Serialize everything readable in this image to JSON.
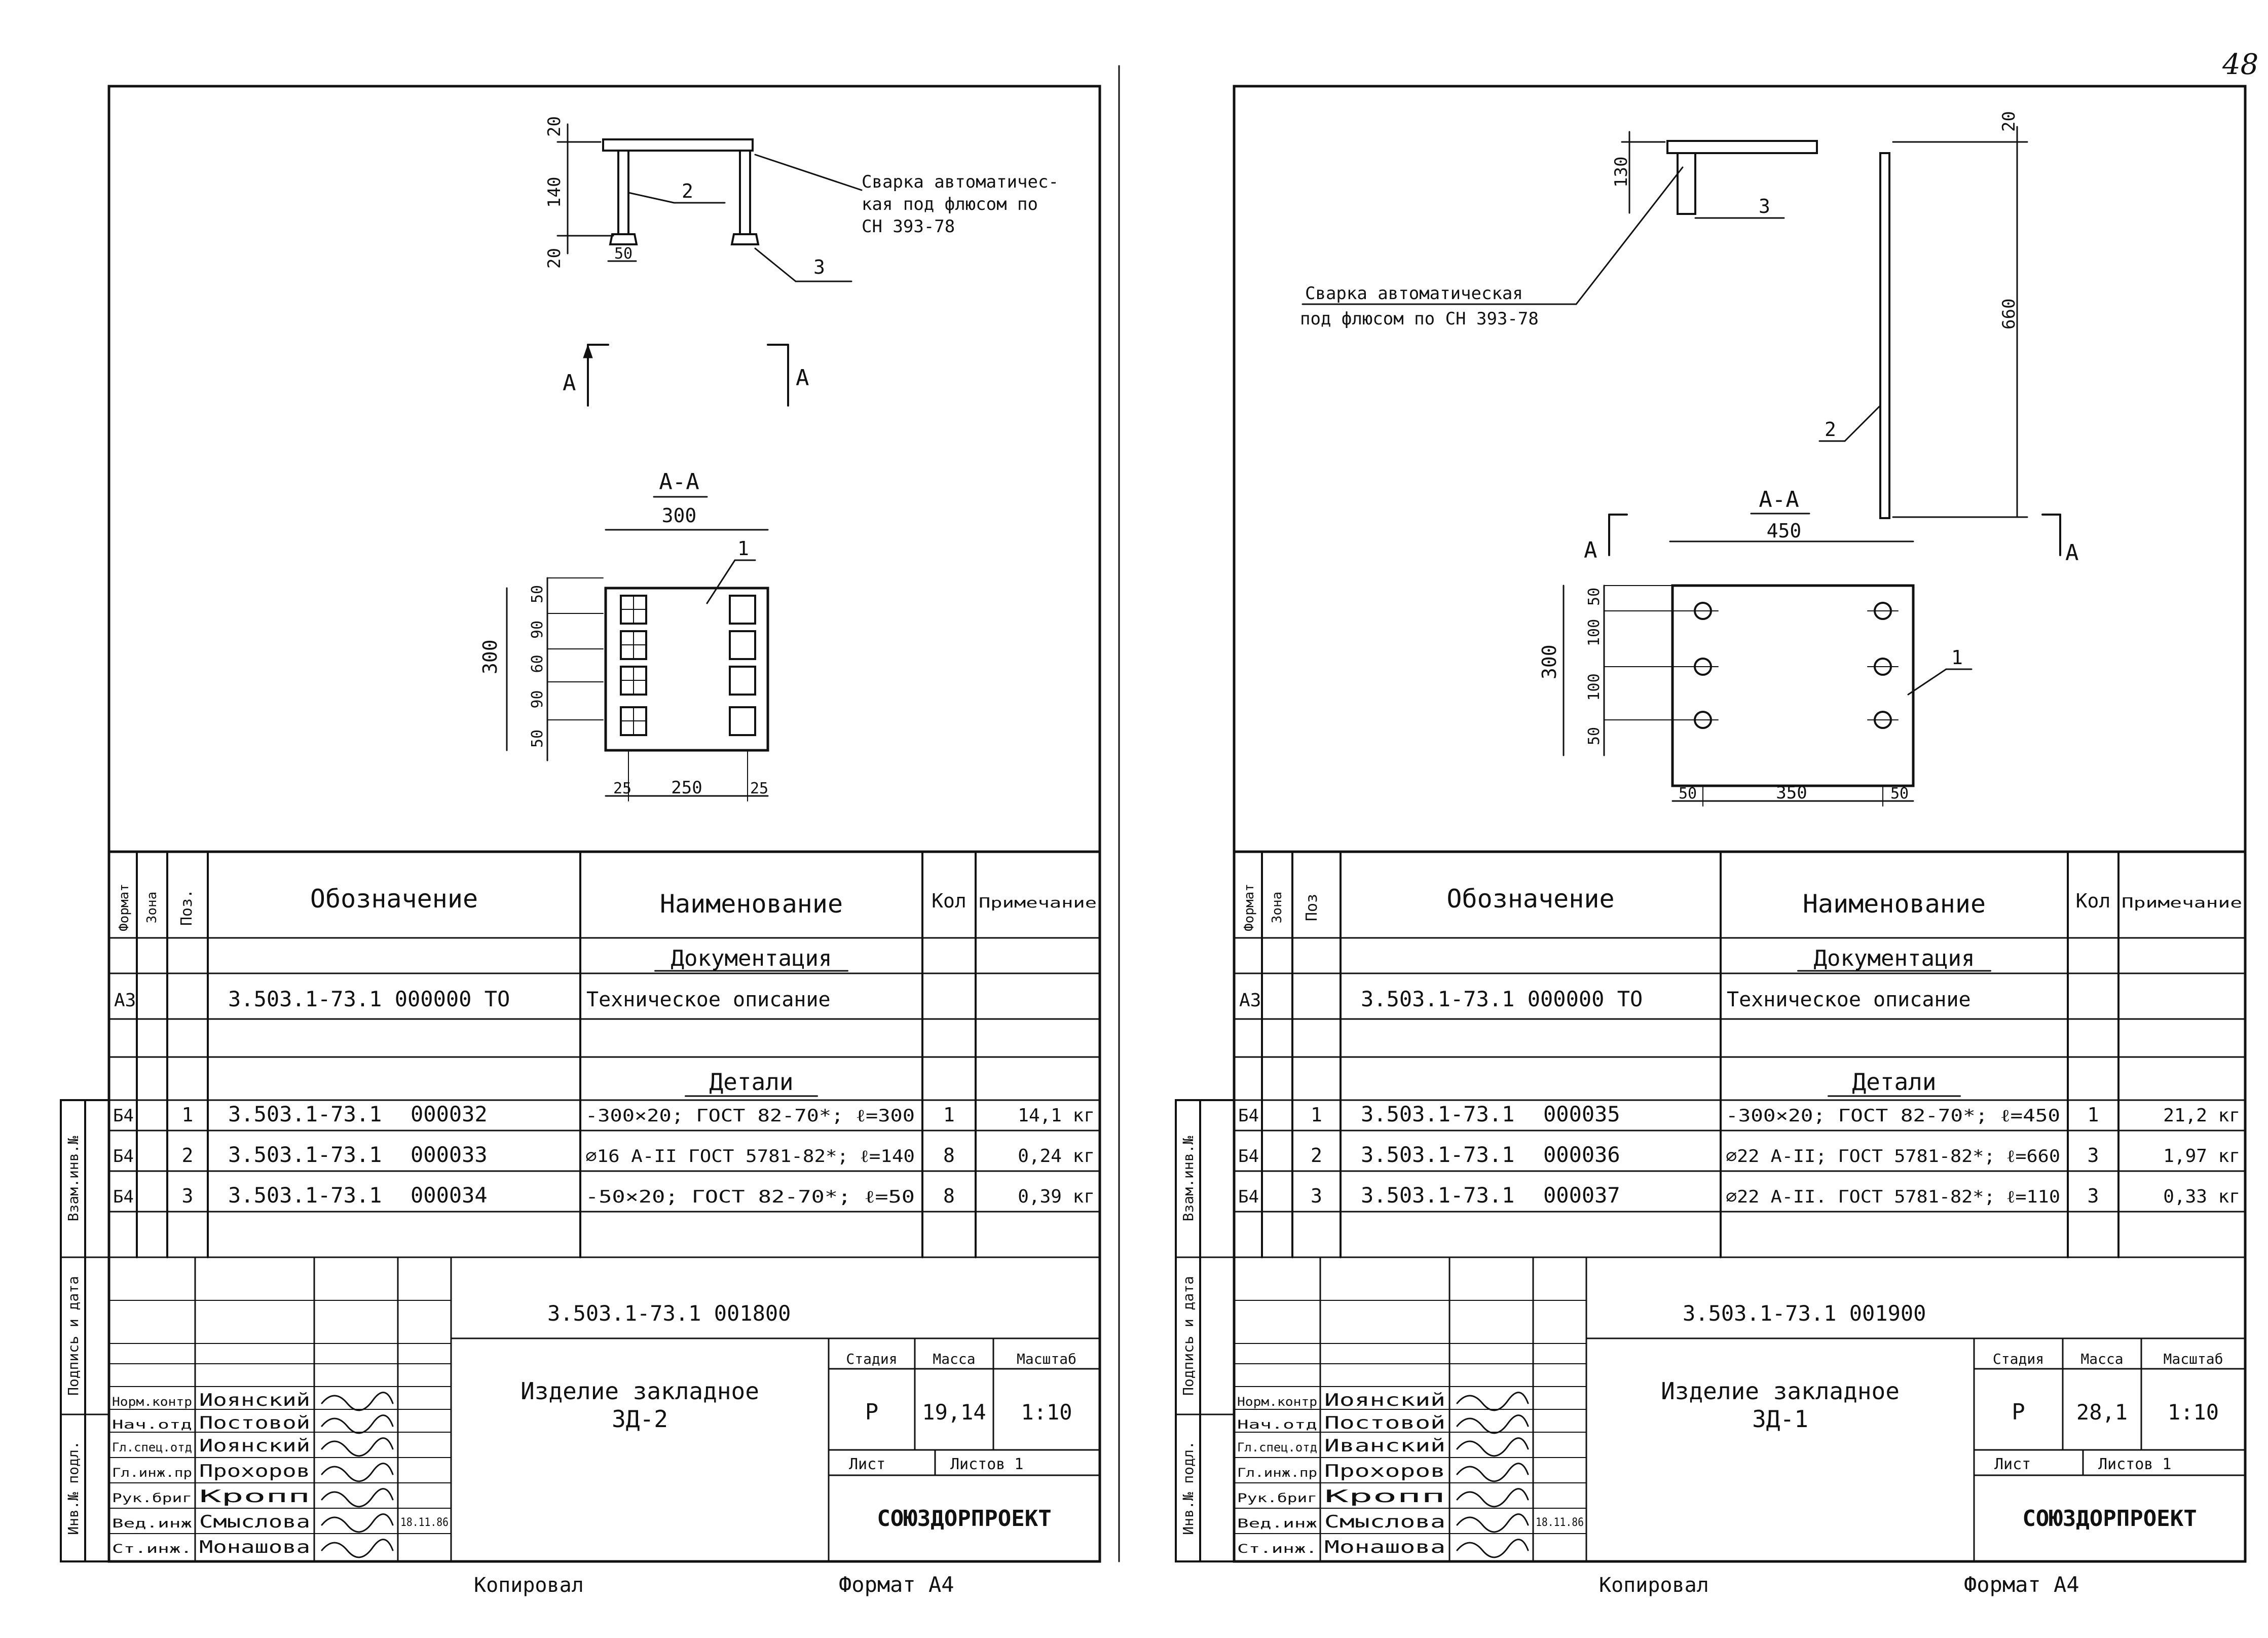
{
  "page_number": "48",
  "sheets": [
    {
      "drawing": {
        "weld_note": [
          "Сварка автоматичес-",
          "кая под флюсом по",
          "СН 393-78"
        ],
        "dims_top": [
          "20",
          "140",
          "20",
          "50"
        ],
        "pos_labels": [
          "2",
          "3",
          "1"
        ],
        "section_mark": "А",
        "section_title": "А-А",
        "plate_width": "300",
        "plate_height": "300",
        "left_dims": [
          "50",
          "90",
          "60",
          "90",
          "50"
        ],
        "bottom_dims": [
          "25",
          "250",
          "25"
        ]
      },
      "spec": {
        "headers": {
          "format": "Формат",
          "zone": "Зона",
          "pos": "Поз.",
          "designation": "Обозначение",
          "name": "Наименование",
          "qty": "Кол",
          "note": "Примечание"
        },
        "section_docs": "Документация",
        "doc_row": {
          "format": "А3",
          "designation": "3.503.1-73.1    000000 ТО",
          "name": "Техническое описание"
        },
        "section_parts": "Детали",
        "rows": [
          {
            "format": "Б4",
            "pos": "1",
            "designation": "3.503.1-73.1",
            "code": "000032",
            "name": "-300×20; ГОСТ 82-70*; ℓ=300",
            "qty": "1",
            "note": "14,1 кг"
          },
          {
            "format": "Б4",
            "pos": "2",
            "designation": "3.503.1-73.1",
            "code": "000033",
            "name": "⌀16 А-II  ГОСТ 5781-82*; ℓ=140",
            "qty": "8",
            "note": "0,24 кг"
          },
          {
            "format": "Б4",
            "pos": "3",
            "designation": "3.503.1-73.1",
            "code": "000034",
            "name": "-50×20; ГОСТ 82-70*;  ℓ=50",
            "qty": "8",
            "note": "0,39 кг"
          }
        ]
      },
      "title": {
        "doc_code": "3.503.1-73.1          001800",
        "product": [
          "Изделие  закладное",
          "ЗД-2"
        ],
        "stage_label": "Стадия",
        "mass_label": "Масса",
        "scale_label": "Масштаб",
        "stage": "Р",
        "mass": "19,14",
        "scale": "1:10",
        "sheet_label": "Лист",
        "sheets_label": "Листов 1",
        "org": "СОЮЗДОРПРОЕКТ",
        "date": "18.11.86",
        "people": [
          {
            "role": "Норм.контр",
            "name": "Иоянский"
          },
          {
            "role": "Нач.отд",
            "name": "Постовой"
          },
          {
            "role": "Гл.спец.отд",
            "name": "Иоянский"
          },
          {
            "role": "Гл.инж.пр",
            "name": "Прохоров"
          },
          {
            "role": "Рук.бриг",
            "name": "Кропп"
          },
          {
            "role": "Вед.инж",
            "name": "Смыслова"
          },
          {
            "role": "Ст.инж.",
            "name": "Монашова"
          }
        ],
        "side_labels": [
          "Инв.№ подл.",
          "Подпись и дата",
          "Взам.инв.№"
        ]
      },
      "footer": {
        "copied": "Копировал",
        "format": "Формат А4"
      }
    },
    {
      "drawing": {
        "weld_note": [
          "Сварка автоматическая",
          "под флюсом по СН 393-78"
        ],
        "dims_top": [
          "130",
          "20",
          "660"
        ],
        "pos_labels": [
          "3",
          "2",
          "1"
        ],
        "section_mark": "А",
        "section_title": "А-А",
        "plate_width": "450",
        "plate_height": "300",
        "left_dims": [
          "50",
          "100",
          "100",
          "50"
        ],
        "bottom_dims": [
          "50",
          "350",
          "50"
        ]
      },
      "spec": {
        "headers": {
          "format": "Формат",
          "zone": "Зона",
          "pos": "Поз",
          "designation": "Обозначение",
          "name": "Наименование",
          "qty": "Кол",
          "note": "Примечание"
        },
        "section_docs": "Документация",
        "doc_row": {
          "format": "А3",
          "designation": "3.503.1-73.1    000000 ТО",
          "name": "Техническое описание"
        },
        "section_parts": "Детали",
        "rows": [
          {
            "format": "Б4",
            "pos": "1",
            "designation": "3.503.1-73.1",
            "code": "000035",
            "name": "-300×20; ГОСТ 82-70*; ℓ=450",
            "qty": "1",
            "note": "21,2 кг"
          },
          {
            "format": "Б4",
            "pos": "2",
            "designation": "3.503.1-73.1",
            "code": "000036",
            "name": "⌀22 А-II; ГОСТ 5781-82*; ℓ=660",
            "qty": "3",
            "note": "1,97 кг"
          },
          {
            "format": "Б4",
            "pos": "3",
            "designation": "3.503.1-73.1",
            "code": "000037",
            "name": "⌀22 А-II. ГОСТ 5781-82*; ℓ=110",
            "qty": "3",
            "note": "0,33 кг"
          }
        ]
      },
      "title": {
        "doc_code": "3.503.1-73.1          001900",
        "product": [
          "Изделие  закладное",
          "ЗД-1"
        ],
        "stage_label": "Стадия",
        "mass_label": "Масса",
        "scale_label": "Масштаб",
        "stage": "Р",
        "mass": "28,1",
        "scale": "1:10",
        "sheet_label": "Лист",
        "sheets_label": "Листов 1",
        "org": "СОЮЗДОРПРОЕКТ",
        "date": "18.11.86",
        "people": [
          {
            "role": "Норм.контр",
            "name": "Иоянский"
          },
          {
            "role": "Нач.отд",
            "name": "Постовой"
          },
          {
            "role": "Гл.спец.отд",
            "name": "Иванский"
          },
          {
            "role": "Гл.инж.пр",
            "name": "Прохоров"
          },
          {
            "role": "Рук.бриг",
            "name": "Кропп"
          },
          {
            "role": "Вед.инж",
            "name": "Смыслова"
          },
          {
            "role": "Ст.инж.",
            "name": "Монашова"
          }
        ],
        "side_labels": [
          "Инв.№ подл.",
          "Подпись и дата",
          "Взам.инв.№"
        ]
      },
      "footer": {
        "copied": "Копировал",
        "format": "Формат А4"
      }
    }
  ]
}
